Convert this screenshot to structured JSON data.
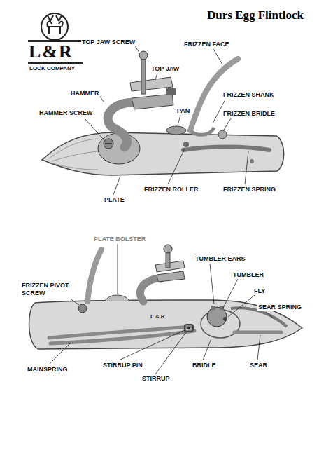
{
  "diagram": {
    "title": "Durs Egg Flintlock",
    "labels": [
      "L&R",
      "LOCK COMPANY",
      "TOP JAW SCREW",
      "FRIZZEN FACE",
      "TOP JAW",
      "HAMMER",
      "FRIZZEN SHANK",
      "PAN",
      "HAMMER SCREW",
      "FRIZZEN BRIDLE",
      "FRIZZEN ROLLER",
      "FRIZZEN SPRING",
      "PLATE",
      "PLATE BOLSTER",
      "TUMBLER EARS",
      "TUMBLER",
      "FRIZZEN PIVOT SCREW",
      "FLY",
      "SEAR SPRING",
      "MAINSPRING",
      "STIRRUP PIN",
      "STIRRUP",
      "BRIDLE",
      "SEAR",
      "L&R"
    ]
  }
}
